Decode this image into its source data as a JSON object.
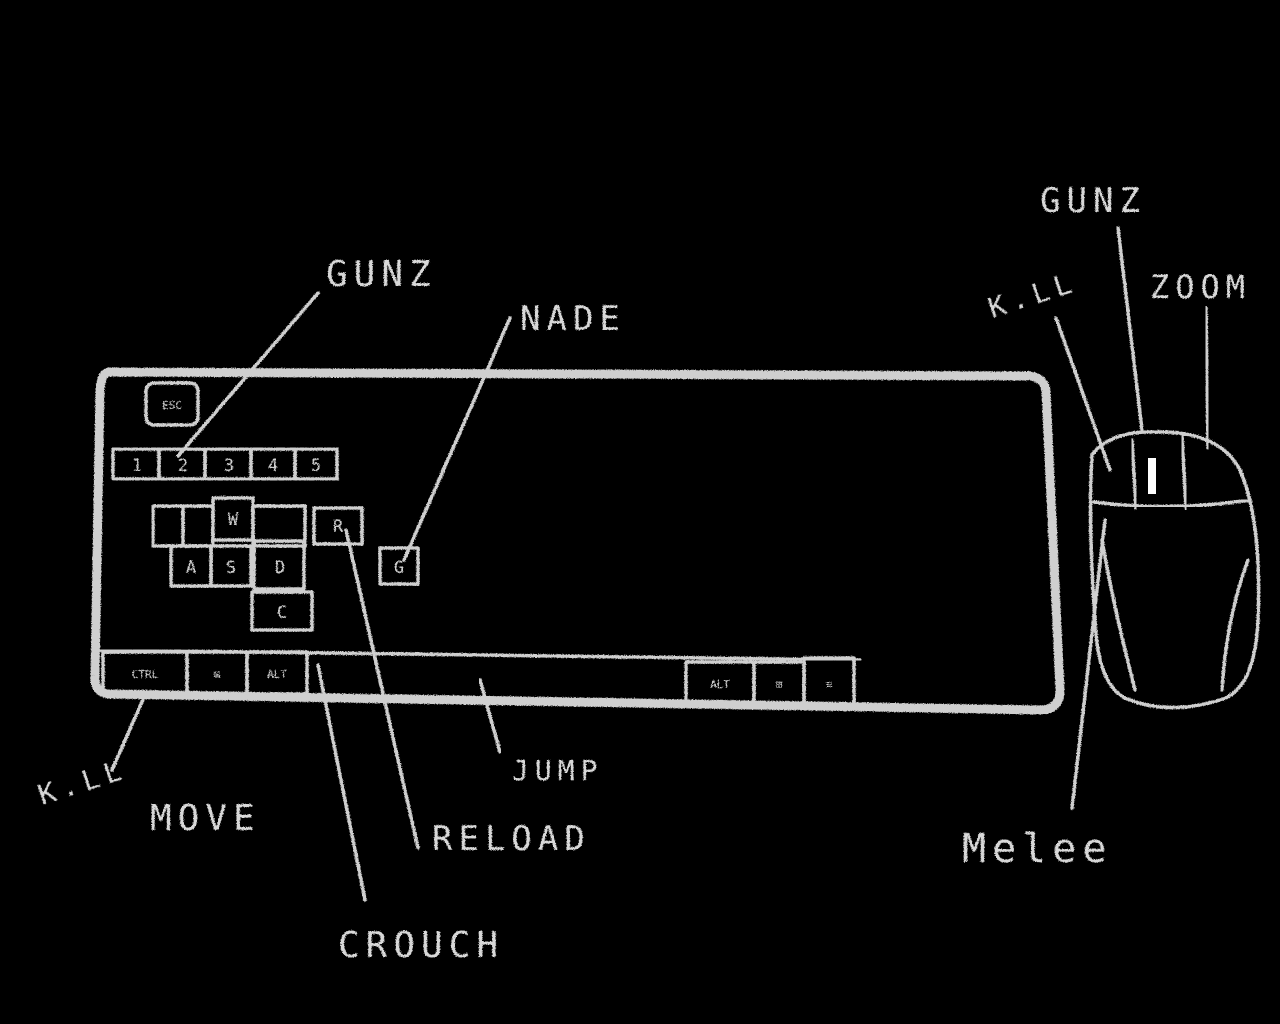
{
  "labels": {
    "gunz_keyboard": "GUNZ",
    "nade": "NADE",
    "kill_keyboard": "K.LL",
    "move": "MOVE",
    "crouch": "CROUCH",
    "reload": "RELOAD",
    "jump": "JUMP",
    "gunz_mouse": "GUNZ",
    "kill_mouse": "K.LL",
    "zoom": "ZOOM",
    "melee": "Melee"
  },
  "keys": {
    "esc": "ESC",
    "num1": "1",
    "num2": "2",
    "num3": "3",
    "num4": "4",
    "num5": "5",
    "w": "W",
    "r": "R",
    "a": "A",
    "s": "S",
    "d": "D",
    "g": "G",
    "c": "C",
    "ctrl": "CTRL",
    "win": "⊞",
    "alt_left": "ALT",
    "alt_right": "ALT",
    "win_right": "⊞",
    "menu": "≡"
  },
  "colors": {
    "background": "#000000",
    "chalk": "#cfcfcf"
  }
}
